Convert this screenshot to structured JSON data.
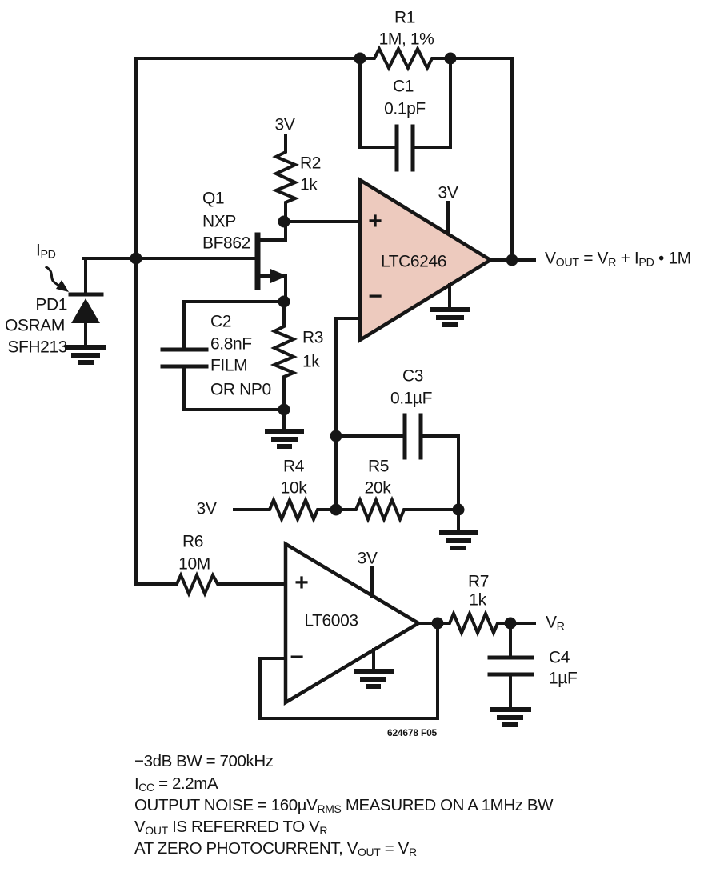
{
  "colors": {
    "line": "#161616",
    "opamp_fill": "#edcabe",
    "opamp2_fill": "#ffffff"
  },
  "schematic": {
    "r1": {
      "ref": "R1",
      "value": "1M, 1%"
    },
    "c1": {
      "ref": "C1",
      "value": "0.1pF"
    },
    "r2": {
      "ref": "R2",
      "value": "1k",
      "supply": "3V"
    },
    "q1": {
      "ref": "Q1",
      "mfr": "NXP",
      "part": "BF862"
    },
    "pd1": {
      "ref": "PD1",
      "mfr": "OSRAM",
      "part": "SFH213"
    },
    "c2": {
      "ref": "C2",
      "value": "6.8nF",
      "line3": "FILM",
      "line4": "OR NP0"
    },
    "r3": {
      "ref": "R3",
      "value": "1k"
    },
    "c3": {
      "ref": "C3",
      "value": "0.1µF"
    },
    "r4": {
      "ref": "R4",
      "value": "10k",
      "supply": "3V"
    },
    "r5": {
      "ref": "R5",
      "value": "20k"
    },
    "r6": {
      "ref": "R6",
      "value": "10M"
    },
    "r7": {
      "ref": "R7",
      "value": "1k"
    },
    "c4": {
      "ref": "C4",
      "value": "1µF"
    },
    "opamp1": {
      "part": "LTC6246",
      "plus": "+",
      "minus": "−",
      "supply": "3V"
    },
    "opamp2": {
      "part": "LT6003",
      "plus": "+",
      "minus": "−",
      "supply": "3V"
    },
    "fig_number": "624678 F05",
    "ipd": [
      {
        "t": "I"
      },
      {
        "t": "PD",
        "sub": true
      }
    ],
    "vout_eq": [
      {
        "t": "V"
      },
      {
        "t": "OUT",
        "sub": true
      },
      {
        "t": " = V"
      },
      {
        "t": "R",
        "sub": true
      },
      {
        "t": " + I"
      },
      {
        "t": "PD",
        "sub": true
      },
      {
        "t": " • 1M"
      }
    ],
    "vr": [
      {
        "t": "V"
      },
      {
        "t": "R",
        "sub": true
      }
    ]
  },
  "notes": [
    [
      {
        "t": "−3dB BW = 700kHz"
      }
    ],
    [
      {
        "t": "I"
      },
      {
        "t": "CC",
        "sub": true
      },
      {
        "t": " = 2.2mA"
      }
    ],
    [
      {
        "t": "OUTPUT NOISE = 160µV"
      },
      {
        "t": "RMS",
        "sub": true
      },
      {
        "t": " MEASURED ON A 1MHz BW"
      }
    ],
    [
      {
        "t": "V"
      },
      {
        "t": "OUT",
        "sub": true
      },
      {
        "t": " IS REFERRED TO V"
      },
      {
        "t": "R",
        "sub": true
      }
    ],
    [
      {
        "t": "AT ZERO PHOTOCURRENT, V"
      },
      {
        "t": "OUT",
        "sub": true
      },
      {
        "t": " = V"
      },
      {
        "t": "R",
        "sub": true
      }
    ]
  ]
}
